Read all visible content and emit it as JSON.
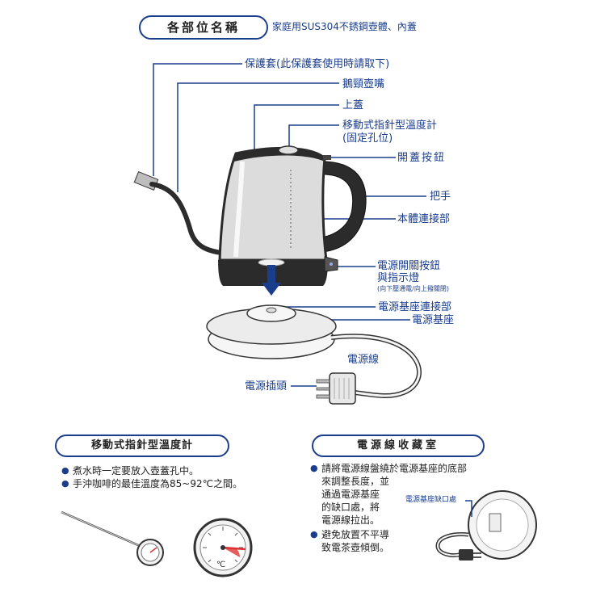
{
  "header": {
    "title": "各部位名稱",
    "subtitle": "家庭用SUS304不銹鋼壺體、內蓋"
  },
  "parts": {
    "cover": "保護套(此保護套使用時請取下)",
    "spout": "鵝頸壺嘴",
    "lid": "上蓋",
    "thermometer_line1": "移動式指針型溫度計",
    "thermometer_line2": "(固定孔位)",
    "lid_button": "開蓋按鈕",
    "handle": "把手",
    "body_connector": "本體連接部",
    "power_switch_line1": "電源開關按鈕",
    "power_switch_line2": "與指示燈",
    "power_switch_note": "(向下壓通電/向上撥關閉)",
    "base_connector": "電源基座連接部",
    "base": "電源基座",
    "cord": "電源線",
    "plug": "電源插頭"
  },
  "thermometer_section": {
    "title": "移動式指針型溫度計",
    "items": [
      "煮水時一定要放入壺蓋孔中。",
      "手沖咖啡的最佳溫度為85~92℃之間。"
    ],
    "unit": "℃"
  },
  "cord_section": {
    "title": "電源線收藏室",
    "items": [
      "請將電源線盤繞於電源基座的底部來調整長度，並通過電源基座的缺口處，將電源線拉出。",
      "避免放置不平導致電茶壺傾倒。"
    ],
    "item1_lines": [
      "請將電源線盤繞於電源基座的底部",
      "來調整長度，並",
      "通過電源基座",
      "的缺口處，將",
      "電源線拉出。"
    ],
    "item2_lines": [
      "避免放置不平導",
      "致電茶壺傾倒。"
    ],
    "notch_label": "電源基座缺口處"
  },
  "colors": {
    "accent": "#1b3e8c",
    "kettle_dark": "#2a2a2a",
    "kettle_steel": "#d8d8d8",
    "base": "#eeeeee",
    "arrow": "#1b3e8c"
  }
}
